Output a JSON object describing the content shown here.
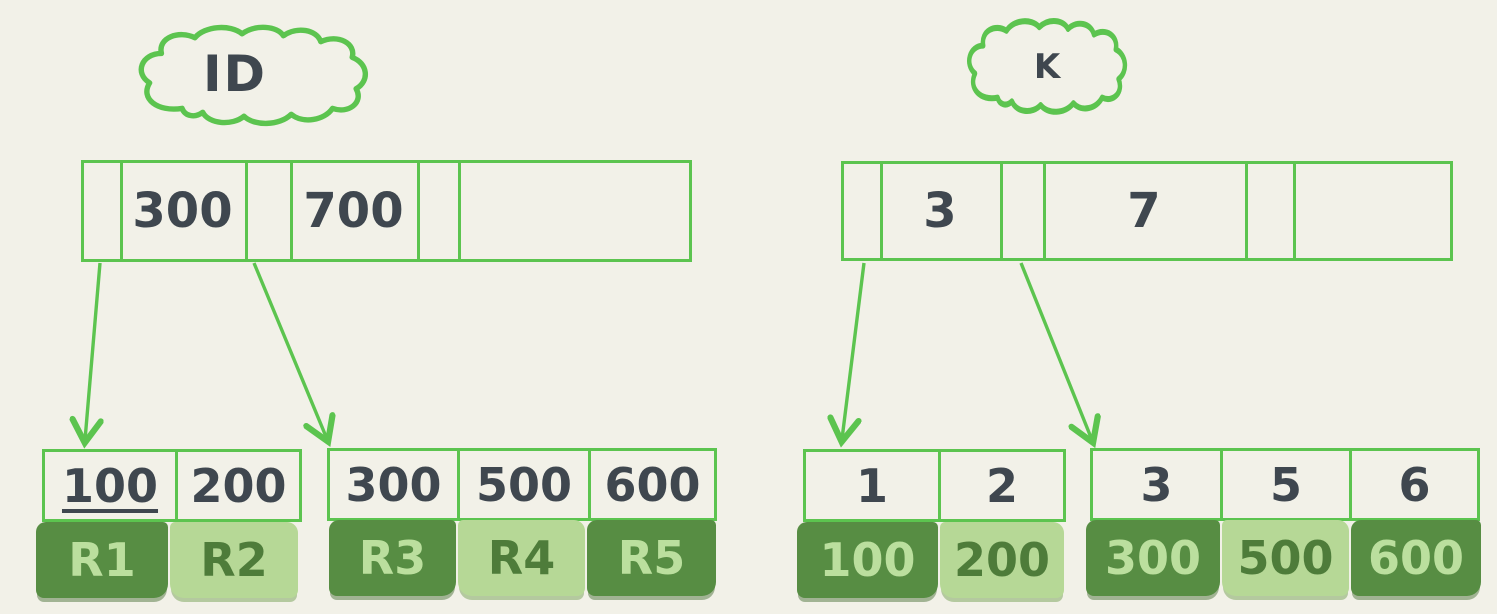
{
  "palette": {
    "background": "#f2f1e8",
    "stroke_green": "#5cc44f",
    "text_ink": "#3f474f",
    "fill_dark_green": "#578d43",
    "fill_light_green": "#b6d896",
    "text_on_dark": "#bbdf9e",
    "text_on_light": "#4e7c3a"
  },
  "left_tree": {
    "cloud_label": "ID",
    "root": {
      "cells": [
        "",
        "300",
        "",
        "700",
        "",
        ""
      ]
    },
    "leaves": [
      {
        "keys": [
          "100",
          "200"
        ],
        "pointers": [
          {
            "label": "R1",
            "tone": "dark"
          },
          {
            "label": "R2",
            "tone": "light"
          }
        ]
      },
      {
        "keys": [
          "300",
          "500",
          "600"
        ],
        "pointers": [
          {
            "label": "R3",
            "tone": "dark"
          },
          {
            "label": "R4",
            "tone": "light"
          },
          {
            "label": "R5",
            "tone": "dark"
          }
        ]
      }
    ]
  },
  "right_tree": {
    "cloud_label": "K",
    "root": {
      "cells": [
        "",
        "3",
        "",
        "7",
        "",
        ""
      ]
    },
    "leaves": [
      {
        "keys": [
          "1",
          "2"
        ],
        "pointers": [
          {
            "label": "100",
            "tone": "dark"
          },
          {
            "label": "200",
            "tone": "light"
          }
        ]
      },
      {
        "keys": [
          "3",
          "5",
          "6"
        ],
        "pointers": [
          {
            "label": "300",
            "tone": "dark"
          },
          {
            "label": "500",
            "tone": "light"
          },
          {
            "label": "600",
            "tone": "dark"
          }
        ]
      }
    ]
  }
}
